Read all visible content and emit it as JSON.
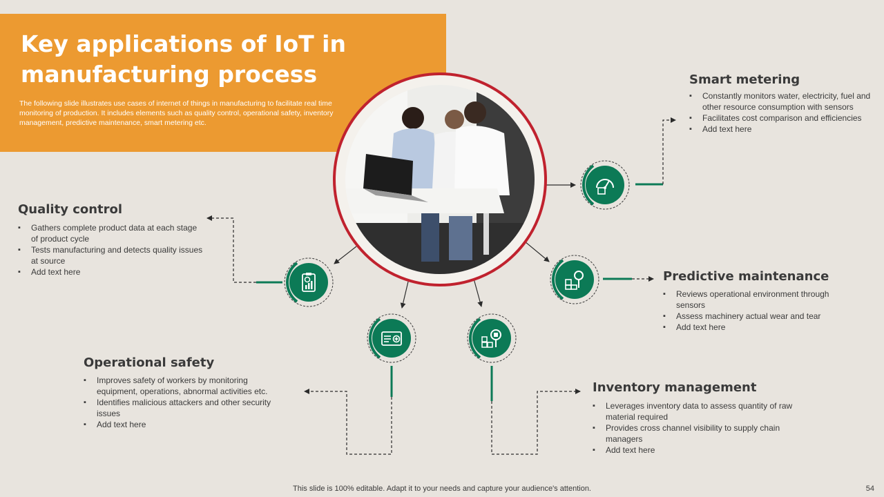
{
  "header": {
    "title": "Key applications of IoT in manufacturing process",
    "subtitle": "The following slide illustrates use cases of internet of things in manufacturing to facilitate real time monitoring of production. It includes elements such as quality control, operational safety, inventory management, predictive maintenance, smart metering etc."
  },
  "sections": {
    "smart_metering": {
      "title": "Smart metering",
      "icon": "gauge-meter-icon",
      "bullets": [
        "Constantly monitors water, electricity, fuel and other resource consumption with sensors",
        "Facilitates cost comparison and efficiencies",
        "Add text here"
      ]
    },
    "quality_control": {
      "title": "Quality control",
      "icon": "clipboard-chart-icon",
      "bullets": [
        "Gathers complete product data at each stage of product cycle",
        "Tests manufacturing  and detects quality issues at source",
        "Add text here"
      ]
    },
    "predictive_maintenance": {
      "title": "Predictive maintenance",
      "icon": "boxes-inspection-icon",
      "bullets": [
        "Reviews operational environment through sensors",
        "Assess machinery actual wear and tear",
        "Add text here"
      ]
    },
    "operational_safety": {
      "title": "Operational safety",
      "icon": "safety-card-icon",
      "bullets": [
        "Improves  safety of workers by monitoring equipment, operations, abnormal activities etc.",
        "Identifies malicious attackers and other security issues",
        "Add text here"
      ]
    },
    "inventory_management": {
      "title": "Inventory management",
      "icon": "inventory-search-icon",
      "bullets": [
        "Leverages  inventory  data to assess quantity of raw material required",
        "Provides  cross channel visibility to supply chain managers",
        "Add text here"
      ]
    }
  },
  "footer": {
    "note": "This slide is 100% editable. Adapt it to your needs and capture your audience's attention.",
    "page_number": "54"
  },
  "colors": {
    "accent_orange": "#ec9a31",
    "icon_green": "#0c7a56",
    "ring_red": "#c0222e",
    "background": "#e8e4de"
  }
}
